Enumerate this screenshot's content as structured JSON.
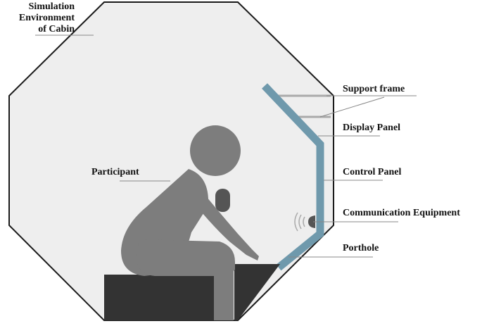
{
  "diagram": {
    "title_lines": [
      "Simulation",
      "Environment",
      "of Cabin"
    ],
    "labels": {
      "participant": "Participant",
      "support_frame": "Support frame",
      "display_panel": "Display Panel",
      "control_panel": "Control Panel",
      "communication_equipment": "Communication Equipment",
      "porthole": "Porthole"
    },
    "colors": {
      "cabin_fill": "#eeeeee",
      "cabin_outline": "#1a1a1a",
      "panel": "#6f99ac",
      "figure": "#7d7d7d",
      "seat": "#333333",
      "frame_bars": "#aaaaaa",
      "device": "#555555",
      "leader_lines": "#888888"
    },
    "icons": {
      "communication_waves": "signal-waves-icon"
    }
  }
}
